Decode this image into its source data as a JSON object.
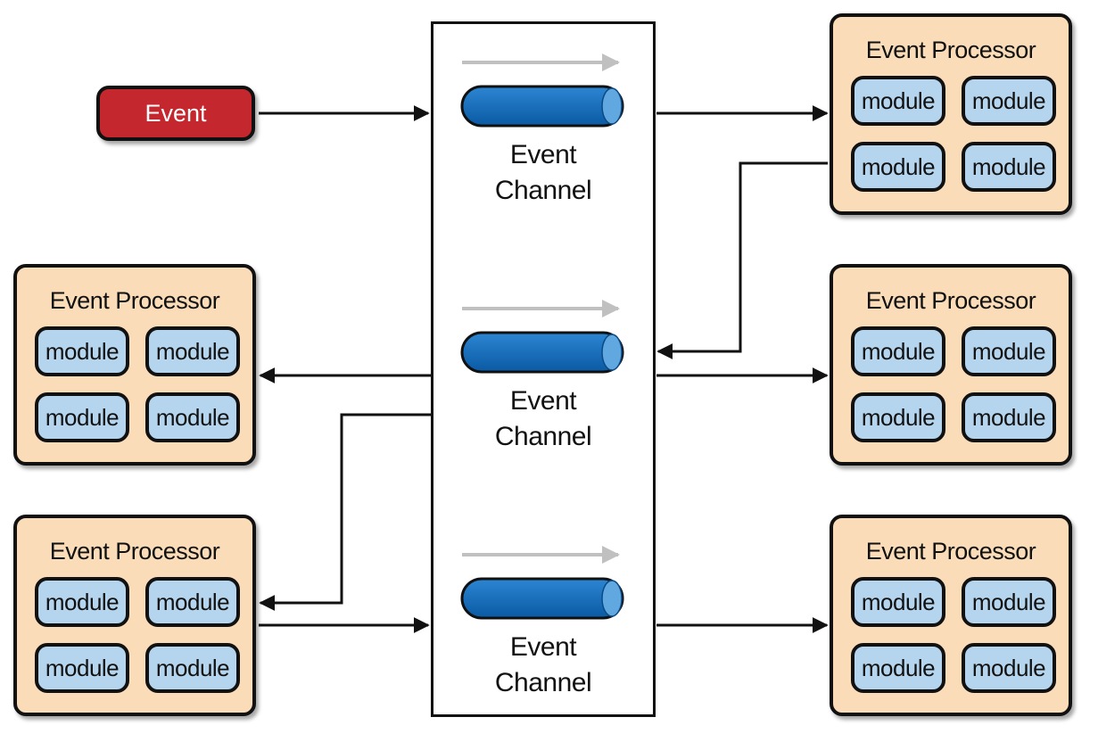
{
  "event": {
    "label": "Event"
  },
  "channels": [
    {
      "line1": "Event",
      "line2": "Channel"
    },
    {
      "line1": "Event",
      "line2": "Channel"
    },
    {
      "line1": "Event",
      "line2": "Channel"
    }
  ],
  "processors": [
    {
      "title": "Event Processor",
      "modules": [
        "module",
        "module",
        "module",
        "module"
      ]
    },
    {
      "title": "Event Processor",
      "modules": [
        "module",
        "module",
        "module",
        "module"
      ]
    },
    {
      "title": "Event Processor",
      "modules": [
        "module",
        "module",
        "module",
        "module"
      ]
    },
    {
      "title": "Event Processor",
      "modules": [
        "module",
        "module",
        "module",
        "module"
      ]
    },
    {
      "title": "Event Processor",
      "modules": [
        "module",
        "module",
        "module",
        "module"
      ]
    }
  ],
  "colors": {
    "event": "#c4272d",
    "processor": "#fbdcb8",
    "module": "#b5d5ee",
    "channel_pipe": "#0f6fbf",
    "flow_hint": "#c0c0c0"
  }
}
